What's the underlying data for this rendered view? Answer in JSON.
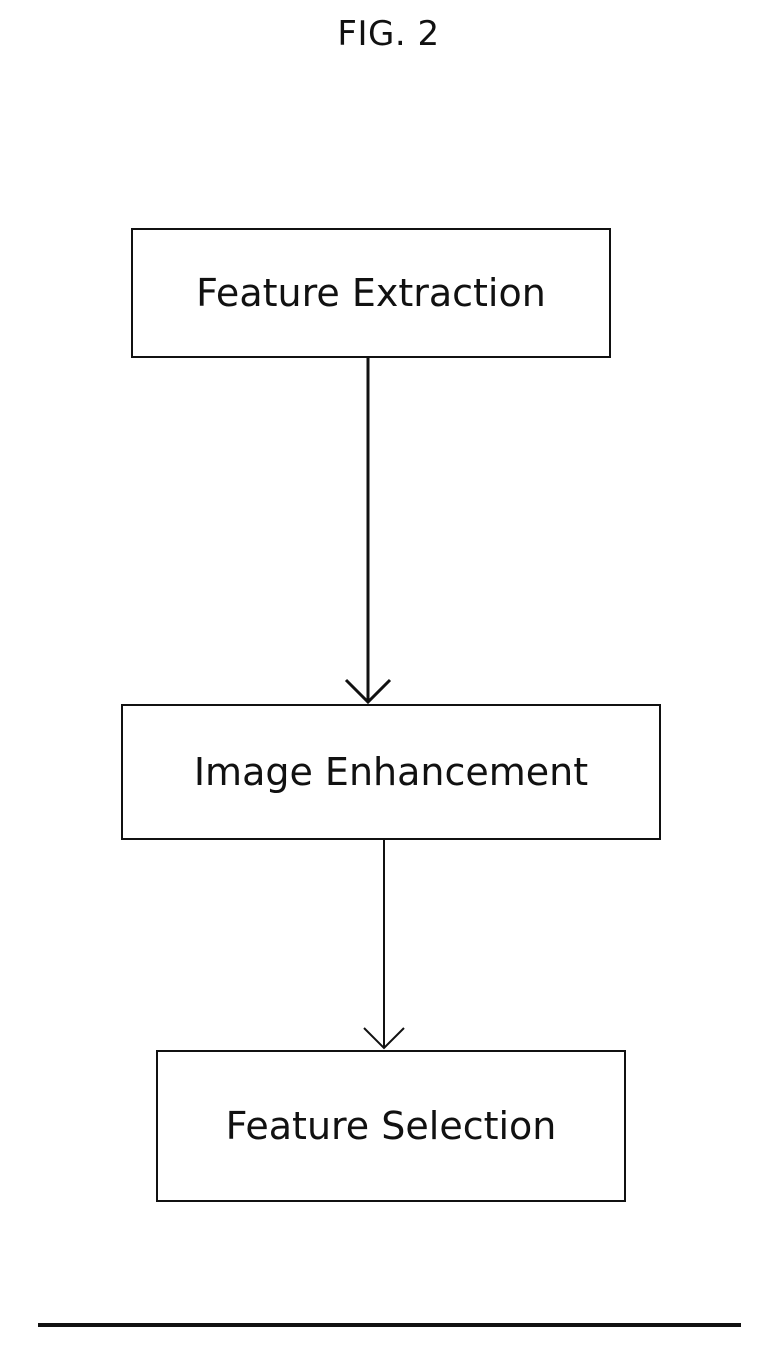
{
  "figure": {
    "label": "FIG. 2"
  },
  "nodes": [
    {
      "id": "feature-extraction",
      "label": "Feature Extraction"
    },
    {
      "id": "image-enhancement",
      "label": "Image Enhancement"
    },
    {
      "id": "feature-selection",
      "label": "Feature Selection"
    }
  ],
  "edges": [
    {
      "from": "feature-extraction",
      "to": "image-enhancement"
    },
    {
      "from": "image-enhancement",
      "to": "feature-selection"
    }
  ],
  "colors": {
    "ink": "#111111",
    "background": "#ffffff"
  }
}
